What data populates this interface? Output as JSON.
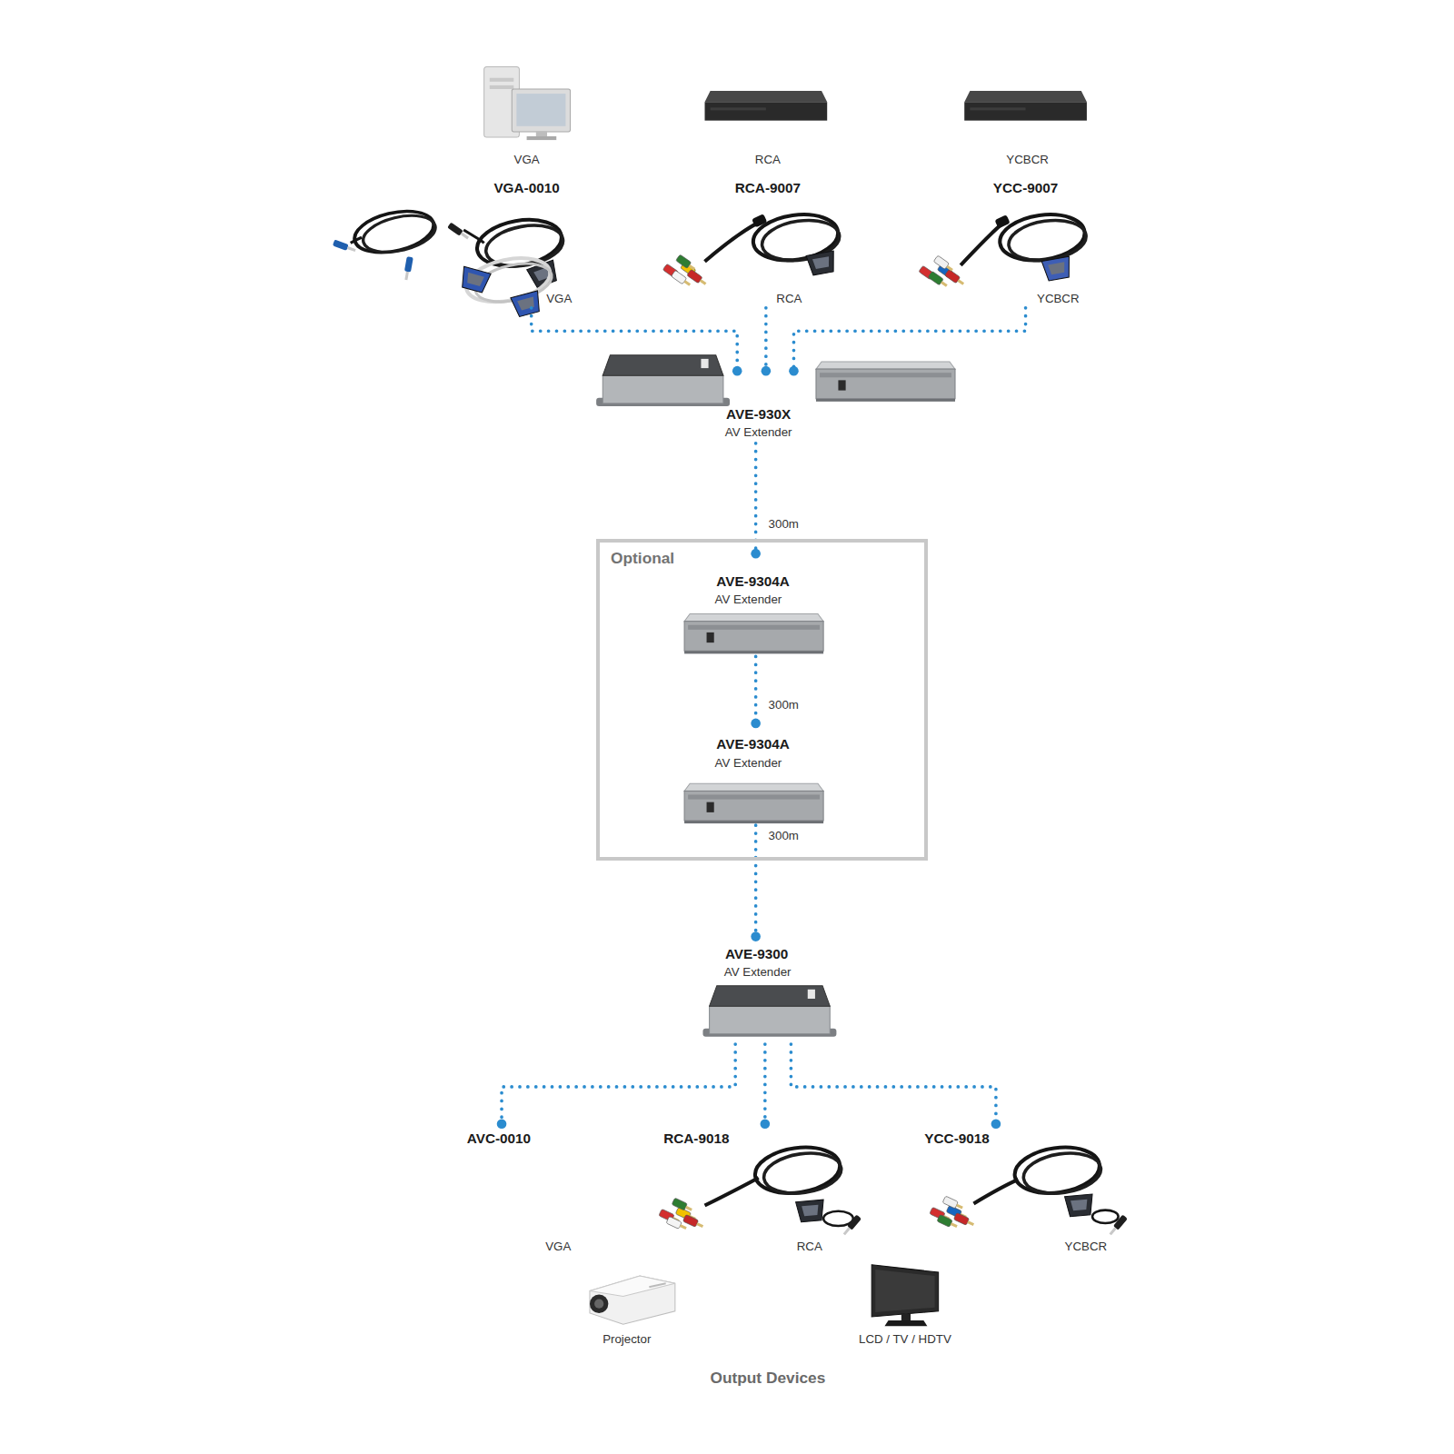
{
  "diagram": {
    "nodes": [
      {
        "text": [
          "VGA"
        ]
      },
      {
        "text": [
          "RCA"
        ]
      },
      {
        "text": [
          "YCBCR"
        ]
      },
      {
        "text": [
          "VGA-0010",
          "VGA"
        ]
      },
      {
        "text": [
          "RCA-9007",
          "RCA"
        ]
      },
      {
        "text": [
          "YCC-9007",
          "YCBCR"
        ]
      },
      {
        "text": [
          "AVE-930X",
          "AV Extender"
        ]
      },
      {
        "text": [
          "Optional"
        ]
      },
      {
        "text": [
          "AVE-9304A",
          "AV Extender"
        ],
        "in": 7
      },
      {
        "text": [
          "AVE-9304A",
          "AV Extender"
        ],
        "in": 7
      },
      {
        "text": [
          "AVE-9300",
          "AV Extender"
        ]
      },
      {
        "text": [
          "AVC-0010",
          "VGA"
        ]
      },
      {
        "text": [
          "RCA-9018",
          "RCA"
        ]
      },
      {
        "text": [
          "YCC-9018",
          "YCBCR"
        ]
      },
      {
        "text": [
          "Projector"
        ]
      },
      {
        "text": [
          "LCD / TV / HDTV"
        ]
      }
    ],
    "edges": [
      {
        "from": 3,
        "to": 6,
        "arrow": "none"
      },
      {
        "from": 4,
        "to": 6,
        "arrow": "none"
      },
      {
        "from": 5,
        "to": 6,
        "arrow": "none"
      },
      {
        "from": 6,
        "to": 8,
        "label": "300m",
        "arrow": "none"
      },
      {
        "from": 8,
        "to": 9,
        "label": "300m",
        "arrow": "none"
      },
      {
        "from": 9,
        "to": 10,
        "label": "300m",
        "arrow": "none"
      },
      {
        "from": 10,
        "to": 11,
        "arrow": "none"
      },
      {
        "from": 10,
        "to": 12,
        "arrow": "none"
      },
      {
        "from": 10,
        "to": 13,
        "arrow": "none"
      }
    ],
    "labels": [
      "Output Devices"
    ]
  }
}
